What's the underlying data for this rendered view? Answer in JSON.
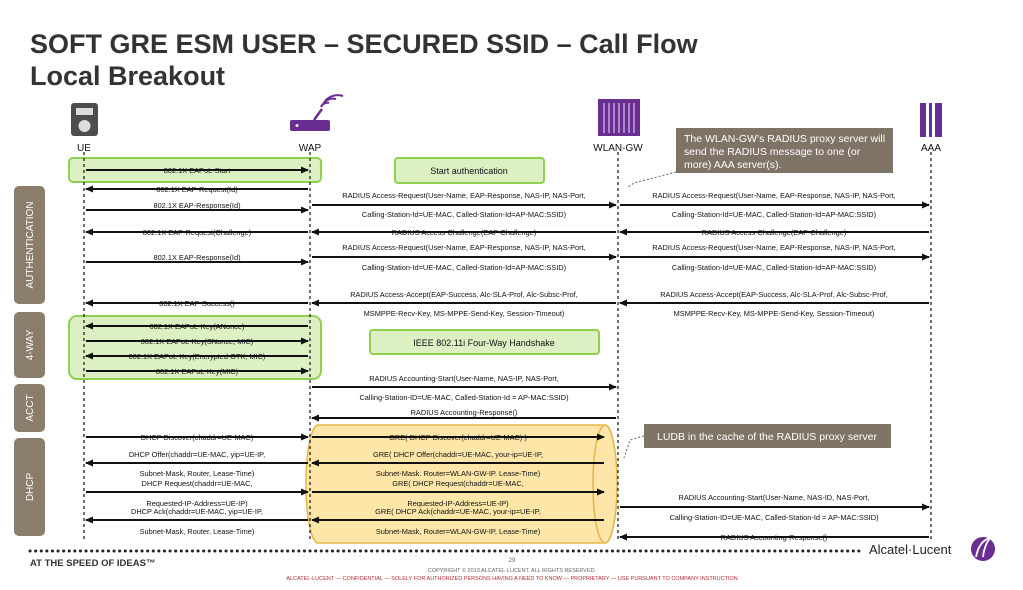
{
  "title": {
    "line1": "SOFT GRE ESM USER – SECURED SSID – Call Flow",
    "line2": "Local Breakout"
  },
  "entities": {
    "ue": "UE",
    "wap": "WAP",
    "wlan_gw": "WLAN-GW",
    "aaa": "AAA"
  },
  "phases": {
    "authentication": "AUTHENTICATION",
    "four_way": "4-WAY",
    "acct": "ACCT",
    "dhcp": "DHCP"
  },
  "callouts": {
    "start_auth": "Start authentication",
    "handshake": "IEEE 802.11i Four-Way Handshake",
    "proxy_line1": "The WLAN-GW’s RADIUS proxy server will",
    "proxy_line2": "send the RADIUS message to one (or",
    "proxy_line3": "more) AAA server(s).",
    "ludb": "LUDB in the cache of the RADIUS proxy server"
  },
  "messages": {
    "eapol_start": "802.1X EAPoL-Start",
    "eap_req_id": "802.1X EAP-Request(Id)",
    "eap_resp_id": "802.1X EAP-Response(Id)",
    "eap_req_chal": "802.1X EAP-Request(Challenge)",
    "eap_resp_id2": "802.1X EAP-Response(Id)",
    "eap_success": "802.1X EAP-Success()",
    "key1": "802.1X EAPoL-Key(ANonce)",
    "key2": "802.1X EAPoL-Key(SNonce, MIC)",
    "key3": "802.1X EAPoL-Key(Encrypted GTK, MIC)",
    "key4": "802.1X EAPoL-Key(MIC)",
    "rad_req1_a": "RADIUS Access-Request(User-Name, EAP-Response, NAS-IP, NAS-Port,",
    "rad_req1_b": "Calling-Station-Id=UE-MAC, Called-Station-Id=AP-MAC:SSID)",
    "rad_chal": "RADIUS Access-Challenge(EAP-Challenge)",
    "rad_req2_a": "RADIUS Access-Request(User-Name, EAP-Response, NAS-IP, NAS-Port,",
    "rad_req2_b": "Calling-Station-Id=UE-MAC, Called-Station-Id=AP-MAC:SSID)",
    "rad_acc_a": "RADIUS Access-Accept(EAP-Success, Alc-SLA-Prof, Alc-Subsc-Prof,",
    "rad_acc_b": "MSMPPE-Recv-Key, MS-MPPE-Send-Key, Session-Timeout)",
    "aaa_req1_a": "RADIUS Access-Request(User-Name, EAP-Response, NAS-IP, NAS-Port,",
    "aaa_req1_b": "Calling-Station-Id=UE-MAC, Called-Station-Id=AP-MAC:SSID)",
    "aaa_chal": "RADIUS Access-Challenge(EAP-Challenge)",
    "aaa_req2_a": "RADIUS Access-Request(User-Name, EAP-Response, NAS-IP, NAS-Port,",
    "aaa_req2_b": "Calling-Station-Id=UE-MAC, Called-Station-Id=AP-MAC:SSID)",
    "aaa_acc_a": "RADIUS Access-Accept(EAP-Success, Alc-SLA-Prof, Alc-Subsc-Prof,",
    "aaa_acc_b": "MSMPPE-Recv-Key, MS-MPPE-Send-Key, Session-Timeout)",
    "acct_start_a": "RADIUS Accounting-Start(User-Name, NAS-IP, NAS-Port,",
    "acct_start_b": "Calling-Station-ID=UE-MAC, Called-Station-Id = AP-MAC:SSID)",
    "acct_resp": "RADIUS Accounting-Response()",
    "dhcp_disc": "DHCP Discover(chaddr=UE-MAC)",
    "dhcp_offer": "DHCP Offer(chaddr=UE-MAC, yip=UE-IP,",
    "dhcp_offer_b": "Subnet-Mask, Router, Lease-Time)",
    "dhcp_req": "DHCP Request(chaddr=UE-MAC,",
    "dhcp_req_b": "Requested-IP-Address=UE-IP)",
    "dhcp_ack": "DHCP Ack(chaddr=UE-MAC, yip=UE-IP,",
    "dhcp_ack_b": "Subnet-Mask, Router, Lease-Time)",
    "gre_disc": "GRE( DHCP Discover(chaddr=UE-MAC) )",
    "gre_offer": "GRE( DHCP Offer(chaddr=UE-MAC, your-ip=UE-IP,",
    "gre_offer_b": "Subnet-Mask. Router=WLAN-GW-IP. Lease-Time)",
    "gre_req": "GRE( DHCP Request(chaddr=UE-MAC,",
    "gre_req_b": "Requested-IP-Address=UE-IP)",
    "gre_ack": "GRE( DHCP Ack(chaddr=UE-MAC, your-ip=UE-IP,",
    "gre_ack_b": "Subnet-Mask, Router=WLAN-GW-IP, Lease-Time)",
    "aaa_acct_a": "RADIUS Accounting-Start(User-Name, NAS-ID, NAS-Port,",
    "aaa_acct_b": "Calling-Station-ID=UE-MAC, Called-Station-Id = AP-MAC:SSID)",
    "aaa_acct_resp": "RADIUS Accounting-Response()"
  },
  "footer": {
    "tagline": "AT THE SPEED OF IDEAS™",
    "page": "29",
    "copyright": "COPYRIGHT © 2013 ALCATEL-LUCENT.  ALL RIGHTS RESERVED.",
    "confidential": "ALCATEL-LUCENT — CONFIDENTIAL — SOLELY FOR AUTHORIZED PERSONS HAVING A NEED TO KNOW — PROPRIETARY — USE PURSUANT TO COMPANY INSTRUCTION",
    "brand": "Alcatel·Lucent"
  },
  "colors": {
    "green_fill": "#ddf0c4",
    "green_border": "#8fd14f",
    "yellow_fill": "#fde6a8",
    "yellow_border": "#e6b54a",
    "phase_fill": "#8b7d6b",
    "callout_fill": "#7f7366",
    "purple": "#6a2d91",
    "confidential": "#b03030"
  }
}
